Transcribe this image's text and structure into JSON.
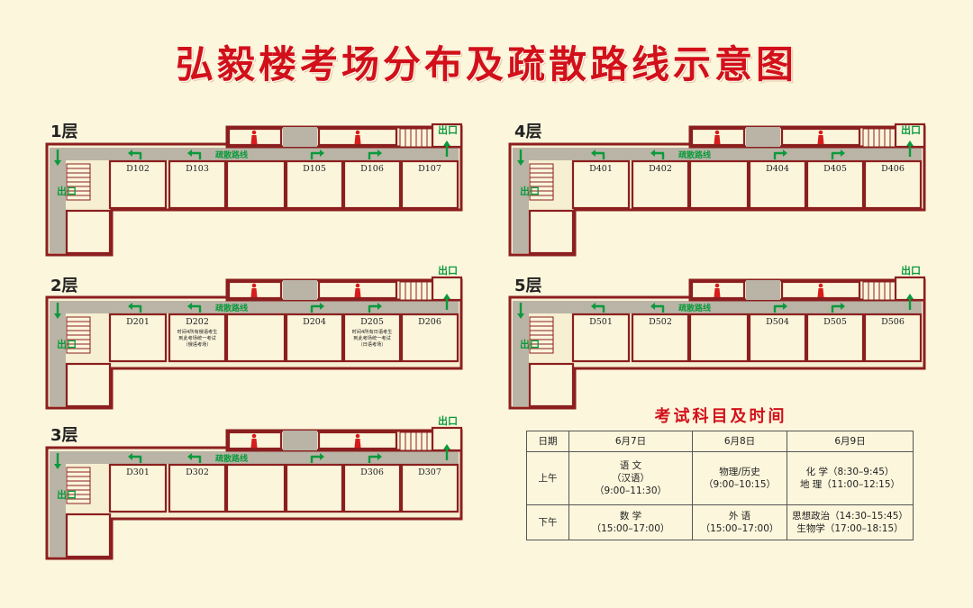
{
  "title": "弘毅楼考场分布及疏散路线示意图",
  "evacuation_label": "疏散路线",
  "exit_label": "出口",
  "floors": [
    {
      "label": "1层",
      "rooms": [
        "D102",
        "D103",
        "",
        "D105",
        "D106",
        "D107"
      ],
      "notes": [
        "",
        ""
      ]
    },
    {
      "label": "2层",
      "rooms": [
        "D201",
        "D202",
        "",
        "D204",
        "D205",
        "D206"
      ],
      "notes": [
        [
          "时间4所有俄语考生",
          "到此考场统一考试",
          "（俄语考场）"
        ],
        [
          "时间4所有日语考生",
          "到此考场统一考试",
          "（日语考场）"
        ]
      ]
    },
    {
      "label": "3层",
      "rooms": [
        "D301",
        "D302",
        "",
        "",
        "D306",
        "D307"
      ],
      "notes": [
        "",
        ""
      ]
    },
    {
      "label": "4层",
      "rooms": [
        "D401",
        "D402",
        "",
        "D404",
        "D405",
        "D406"
      ],
      "notes": [
        "",
        ""
      ]
    },
    {
      "label": "5层",
      "rooms": [
        "D501",
        "D502",
        "",
        "D504",
        "D505",
        "D506"
      ],
      "notes": [
        "",
        ""
      ]
    }
  ],
  "schedule": {
    "title": "考试科目及时间",
    "header": [
      "日期",
      "6月7日",
      "6月8日",
      "6月9日"
    ],
    "rows": [
      {
        "period": "上午",
        "cells": [
          [
            "语 文",
            "（汉语）",
            "（9:00–11:30）"
          ],
          [
            "物理/历史",
            "（9:00–10:15）"
          ],
          [
            "化 学（8:30–9:45）",
            "地 理（11:00–12:15）"
          ]
        ]
      },
      {
        "period": "下午",
        "cells": [
          [
            "数 学",
            "（15:00–17:00）"
          ],
          [
            "外 语",
            "（15:00–17:00）"
          ],
          [
            "思想政治（14:30–15:45）",
            "生物学（17:00–18:15）"
          ]
        ]
      }
    ]
  },
  "colors": {
    "title": "#d2101a",
    "wall": "#8b1f1f",
    "corridor": "#b9b4a6",
    "evac": "#0a9a3c",
    "toilet": "#d81c1c"
  }
}
